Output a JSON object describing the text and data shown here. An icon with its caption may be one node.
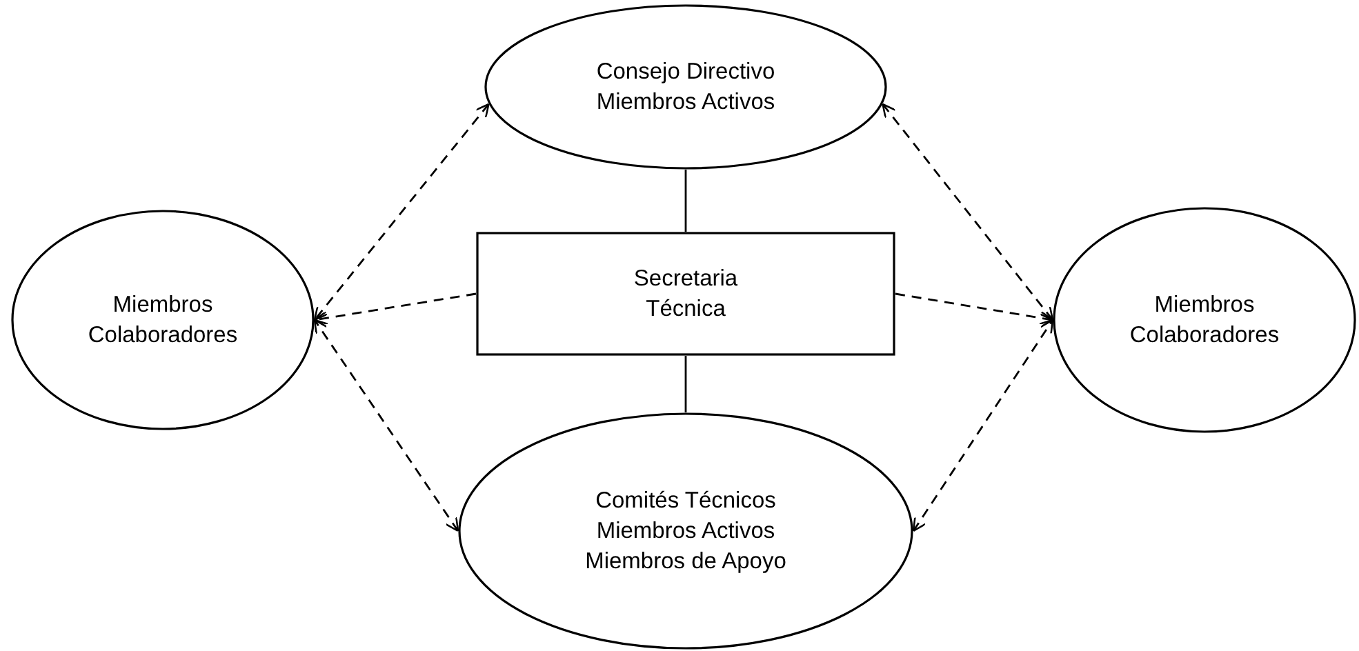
{
  "diagram": {
    "nodes": [
      {
        "text": [
          "Consejo Directivo Miembros Activos"
        ]
      },
      {
        "text": [
          "Miembros Colaboradores"
        ]
      },
      {
        "text": [
          "Secretaria Técnica"
        ]
      },
      {
        "text": [
          "Miembros Colaboradores"
        ]
      },
      {
        "text": [
          "Comités Técnicos Miembros Activos Miembros de Apoyo"
        ]
      }
    ],
    "edges": [
      {
        "from": 0,
        "to": 2,
        "arrow": "none"
      },
      {
        "from": 2,
        "to": 4,
        "arrow": "none"
      },
      {
        "from": 2,
        "to": 1,
        "arrow": "to",
        "style": "dashed"
      },
      {
        "from": 2,
        "to": 3,
        "arrow": "to",
        "style": "dashed"
      },
      {
        "from": 0,
        "to": 1,
        "arrow": "both",
        "style": "dashed"
      },
      {
        "from": 4,
        "to": 1,
        "arrow": "both",
        "style": "dashed"
      },
      {
        "from": 0,
        "to": 3,
        "arrow": "both",
        "style": "dashed"
      },
      {
        "from": 4,
        "to": 3,
        "arrow": "both",
        "style": "dashed"
      }
    ]
  }
}
